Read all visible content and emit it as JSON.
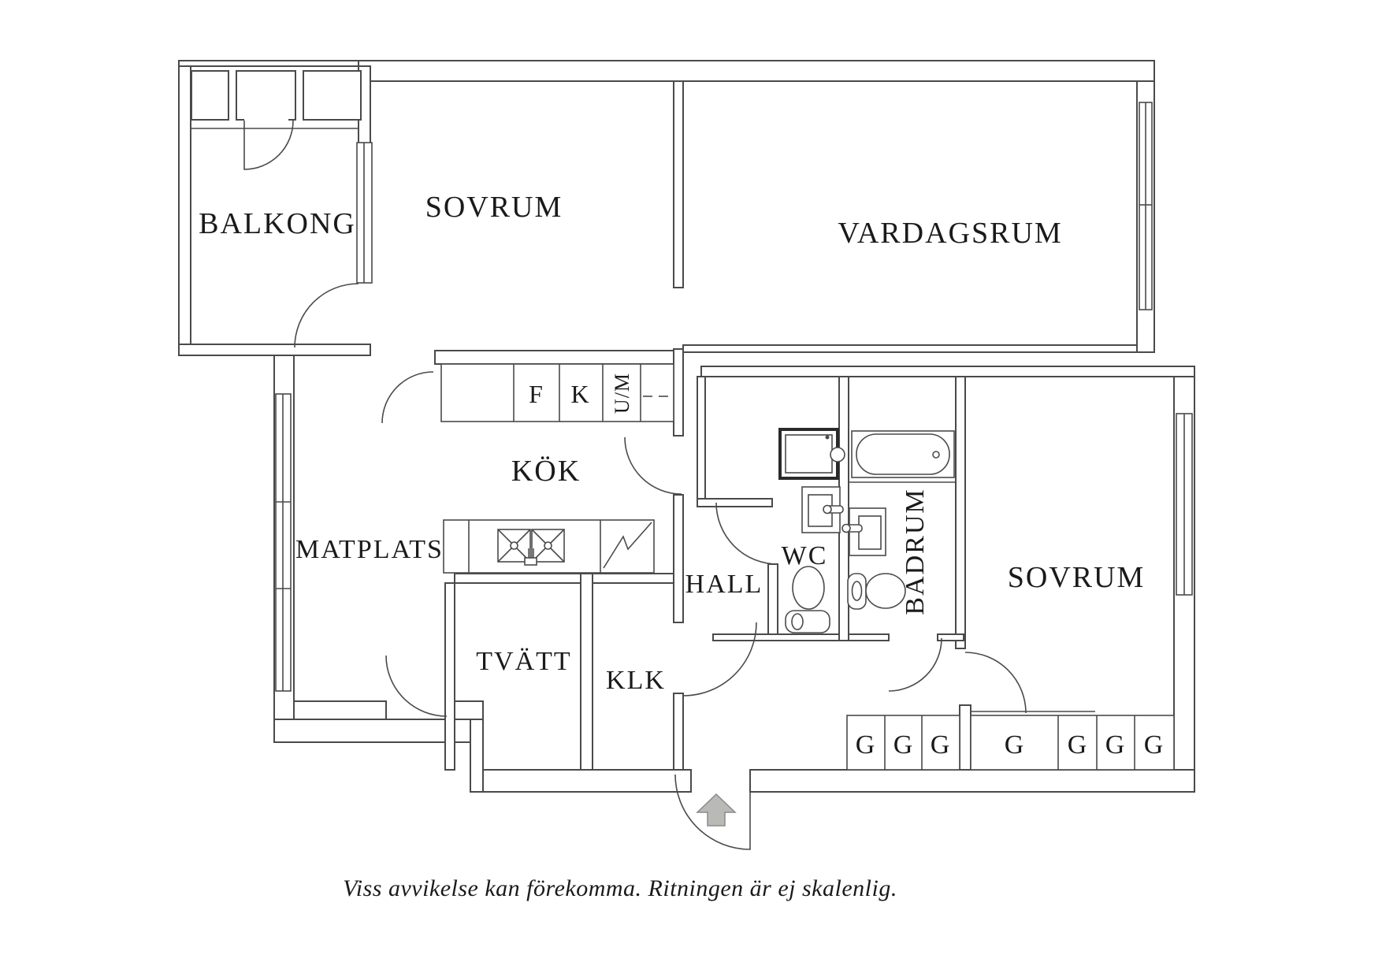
{
  "plan": {
    "rooms": {
      "balkong": {
        "label": "BALKONG"
      },
      "sovrum_top": {
        "label": "SOVRUM"
      },
      "vardagsrum": {
        "label": "VARDAGSRUM"
      },
      "kok": {
        "label": "KÖK"
      },
      "matplats": {
        "label": "MATPLATS"
      },
      "tvatt": {
        "label": "TVÄTT"
      },
      "klk": {
        "label": "KLK"
      },
      "hall": {
        "label": "HALL"
      },
      "wc": {
        "label": "WC"
      },
      "badrum": {
        "label": "BADRUM"
      },
      "sovrum_right": {
        "label": "SOVRUM"
      }
    },
    "kitchen_appliances": {
      "fridge": "F",
      "freezer": "K",
      "oven_micro": "U/M"
    },
    "closets": {
      "labels": [
        "G",
        "G",
        "G",
        "G",
        "G",
        "G",
        "G"
      ]
    },
    "caption": "Viss avvikelse kan förekomma. Ritningen är ej skalenlig.",
    "colors": {
      "line": "#4a4a4a",
      "text": "#1a1a1a",
      "arrow_fill": "#b9b9b6",
      "arrow_stroke": "#8b8b89",
      "background": "#ffffff"
    }
  }
}
